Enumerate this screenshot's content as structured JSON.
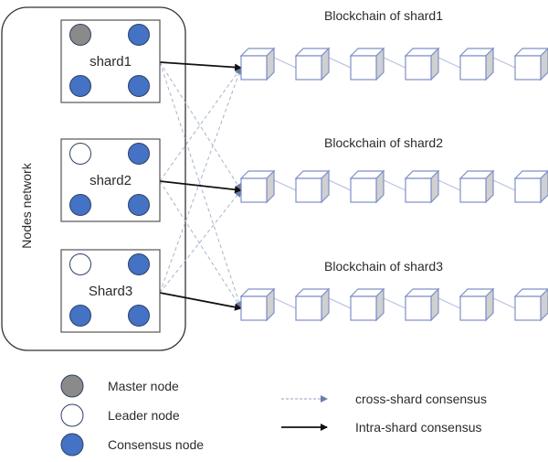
{
  "network": {
    "label": "Nodes network",
    "shards": [
      {
        "name": "shard1",
        "nodes": [
          "master",
          "consensus",
          "consensus",
          "consensus"
        ]
      },
      {
        "name": "shard2",
        "nodes": [
          "leader",
          "consensus",
          "consensus",
          "consensus"
        ]
      },
      {
        "name": "Shard3",
        "nodes": [
          "leader",
          "consensus",
          "consensus",
          "consensus"
        ]
      }
    ]
  },
  "blockchains": [
    {
      "title": "Blockchain of shard1",
      "blocks": 6
    },
    {
      "title": "Blockchain of shard2",
      "blocks": 6
    },
    {
      "title": "Blockchain of shard3",
      "blocks": 6
    }
  ],
  "legend": {
    "nodes": [
      {
        "type": "master",
        "label": "Master node"
      },
      {
        "type": "leader",
        "label": "Leader node"
      },
      {
        "type": "consensus",
        "label": "Consensus node"
      }
    ],
    "edges": [
      {
        "type": "cross",
        "label": "cross-shard consensus"
      },
      {
        "type": "intra",
        "label": "Intra-shard consensus"
      }
    ]
  },
  "colors": {
    "master": "#8a8a8a",
    "leader": "#ffffff",
    "consensus": "#4472c4",
    "node_stroke": "#2f3f66",
    "cube_stroke": "#7f8fc8",
    "cube_side": "#d0d0d0",
    "chain_link": "#b8c2e0",
    "cross_edge": "#a9b4c9",
    "intra_edge": "#111111",
    "frame": "#333333"
  }
}
